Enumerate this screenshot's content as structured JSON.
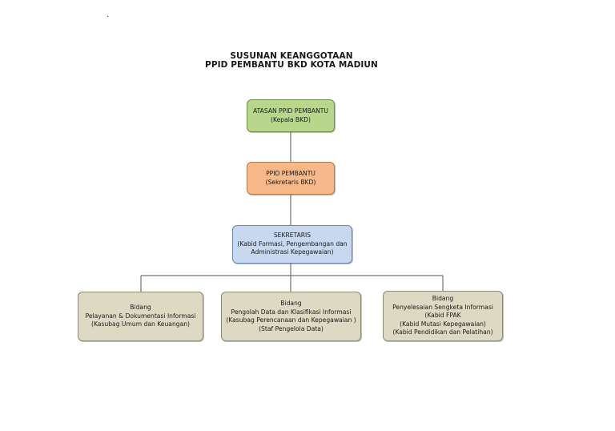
{
  "marker": ".",
  "title": {
    "line1": "SUSUNAN  KEANGGOTAAN",
    "line2": "PPID PEMBANTU BKD KOTA MADIUN"
  },
  "nodes": {
    "atasan": {
      "line1": "ATASAN PPID PEMBANTU",
      "line2": "(Kepala BKD)",
      "color": "#b8d68c"
    },
    "ppid": {
      "line1": "PPID PEMBANTU",
      "line2": "(Sekretaris BKD)",
      "color": "#f7b98a"
    },
    "sekretaris": {
      "line1": "SEKRETARIS",
      "line2": "(Kabid Formasi, Pengembangan dan",
      "line3": "Administrasi Kepegawaian)",
      "color": "#c6d9f1"
    },
    "bidang_pelayanan": {
      "line1": "Bidang",
      "line2": "Pelayanan & Dokumentasi Informasi",
      "line3": "(Kasubag Umum dan Keuangan)",
      "color": "#ddd9c3"
    },
    "bidang_pengolah": {
      "line1": "Bidang",
      "line2": "Pengolah Data dan Klasifikasi Informasi",
      "line3": "(Kasubag Perencanaan dan Kepegawaian )",
      "line4": "(Staf Pengelola Data)",
      "color": "#ddd9c3"
    },
    "bidang_penyelesaian": {
      "line1": "Bidang",
      "line2": "Penyelesaian Sengketa Informasi",
      "line3": "(Kabid FPAK",
      "line4": "(Kabid Mutasi Kepegawaian)",
      "line5": "(Kabid Pendidikan dan Pelatihan)",
      "color": "#ddd9c3"
    }
  }
}
